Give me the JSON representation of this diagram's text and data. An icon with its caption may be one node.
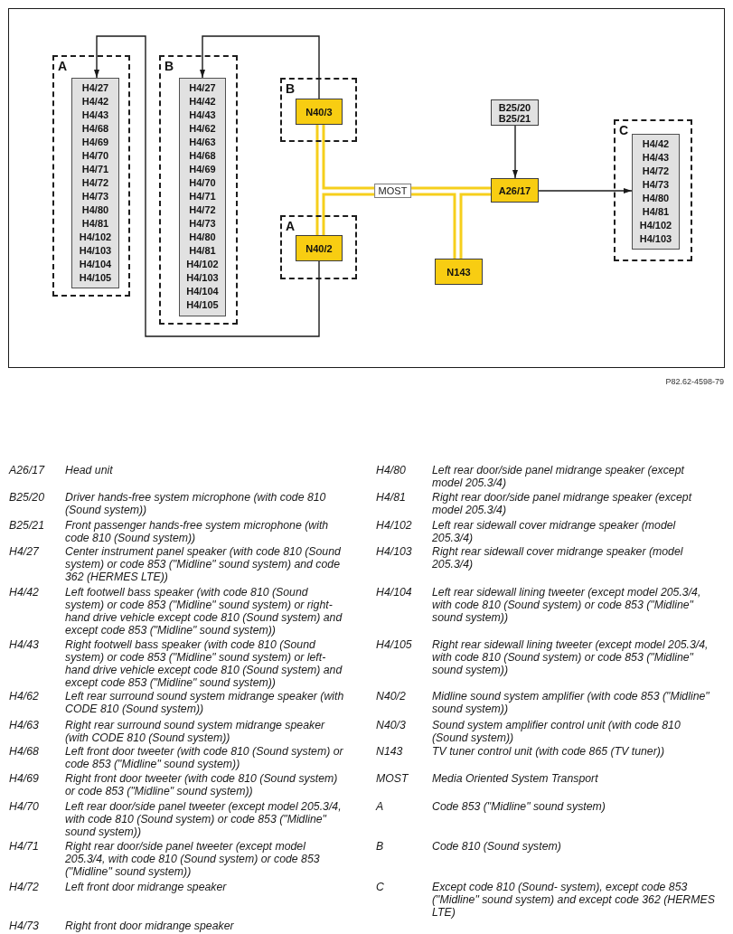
{
  "diagram": {
    "nodes": [
      {
        "text": [
          "A"
        ]
      },
      {
        "text": [
          "H4/27",
          "H4/42",
          "H4/43",
          "H4/68",
          "H4/69",
          "H4/70",
          "H4/71",
          "H4/72",
          "H4/73",
          "H4/80",
          "H4/81",
          "H4/102",
          "H4/103",
          "H4/104",
          "H4/105"
        ],
        "in": 0
      },
      {
        "text": [
          "B"
        ]
      },
      {
        "text": [
          "H4/27",
          "H4/42",
          "H4/43",
          "H4/62",
          "H4/63",
          "H4/68",
          "H4/69",
          "H4/70",
          "H4/71",
          "H4/72",
          "H4/73",
          "H4/80",
          "H4/81",
          "H4/102",
          "H4/103",
          "H4/104",
          "H4/105"
        ],
        "in": 2
      },
      {
        "text": [
          "B"
        ]
      },
      {
        "text": [
          "N40/3"
        ],
        "in": 4
      },
      {
        "text": [
          "A"
        ]
      },
      {
        "text": [
          "N40/2"
        ],
        "in": 6
      },
      {
        "text": [
          "B25/20",
          "B25/21"
        ]
      },
      {
        "text": [
          "A26/17"
        ]
      },
      {
        "text": [
          "N143"
        ]
      },
      {
        "text": [
          "C"
        ]
      },
      {
        "text": [
          "H4/42",
          "H4/43",
          "H4/72",
          "H4/73",
          "H4/80",
          "H4/81",
          "H4/102",
          "H4/103"
        ],
        "in": 11
      }
    ],
    "edges": [
      {
        "from": 7,
        "to": 1,
        "arrow": "to"
      },
      {
        "from": 5,
        "to": 3,
        "arrow": "to"
      },
      {
        "from": 5,
        "to": 7,
        "arrow": "none",
        "style": "thick",
        "color": "#f6cf1c"
      },
      {
        "from": 5,
        "to": 9,
        "arrow": "none",
        "style": "thick",
        "color": "#f6cf1c",
        "label": "MOST"
      },
      {
        "from": 7,
        "to": 10,
        "arrow": "none",
        "style": "thick",
        "color": "#f6cf1c"
      },
      {
        "from": 10,
        "to": 9,
        "arrow": "none",
        "style": "thick",
        "color": "#f6cf1c"
      },
      {
        "from": 8,
        "to": 9,
        "arrow": "to"
      },
      {
        "from": 9,
        "to": 12,
        "arrow": "to"
      }
    ],
    "labels": [
      "P82.62-4598-79",
      "A26/17",
      "Head unit",
      "B25/20",
      "Driver hands-free system microphone (with code 810 (Sound system))",
      "B25/21",
      "Front passenger hands-free system microphone (with code 810 (Sound system))",
      "H4/27",
      "Center instrument panel speaker (with code 810 (Sound system) or code 853 (\"Midline\" sound system) and code 362 (HERMES LTE))",
      "H4/42",
      "Left footwell bass speaker (with code 810 (Sound system) or code 853 (\"Midline\" sound system) or right-hand drive vehicle except code 810 (Sound system) and except code 853 (\"Midline\" sound system))",
      "H4/43",
      "Right footwell bass speaker (with code 810 (Sound system) or code 853 (\"Midline\" sound system) or left-hand drive vehicle except code 810 (Sound system) and except code 853 (\"Midline\" sound system))",
      "H4/62",
      "Left rear surround sound system midrange speaker (with CODE 810 (Sound system))",
      "H4/63",
      "Right rear surround sound system midrange speaker (with CODE 810 (Sound system))",
      "H4/68",
      "Left front door tweeter (with code 810 (Sound system) or code 853 (\"Midline\" sound system))",
      "H4/69",
      "Right front door tweeter (with code 810 (Sound system) or code 853 (\"Midline\" sound system))",
      "H4/70",
      "Left rear door/side panel tweeter (except model 205.3/4, with code 810 (Sound system) or code 853 (\"Midline\" sound system))",
      "H4/71",
      "Right rear door/side panel tweeter (except model 205.3/4, with code 810 (Sound system) or code 853 (\"Midline\" sound system))",
      "H4/72",
      "Left front door midrange speaker",
      "H4/73",
      "Right front door midrange speaker",
      "H4/80",
      "Left rear door/side panel midrange speaker (except model 205.3/4)",
      "H4/81",
      "Right rear door/side panel midrange speaker (except model 205.3/4)",
      "H4/102",
      "Left rear sidewall cover midrange speaker (model 205.3/4)",
      "H4/103",
      "Right rear sidewall cover midrange speaker (model 205.3/4)",
      "H4/104",
      "Left rear sidewall lining tweeter (except model 205.3/4, with code 810 (Sound system) or code 853 (\"Midline\" sound system))",
      "H4/105",
      "Right rear sidewall lining tweeter (except model 205.3/4, with code 810 (Sound system) or code 853 (\"Midline\" sound system))",
      "N40/2",
      "Midline sound system amplifier (with code 853 (\"Midline\" sound system))",
      "N40/3",
      "Sound system amplifier control unit (with code 810 (Sound system))",
      "N143",
      "TV tuner control unit (with code 865 (TV tuner))",
      "MOST",
      "Media Oriented System Transport",
      "A",
      "Code 853 (\"Midline\" sound system)",
      "B",
      "Code 810 (Sound system)",
      "C",
      "Except code 810 (Sound- system), except code 853 (\"Midline\" sound system) and except code 362 (HERMES LTE)"
    ]
  }
}
